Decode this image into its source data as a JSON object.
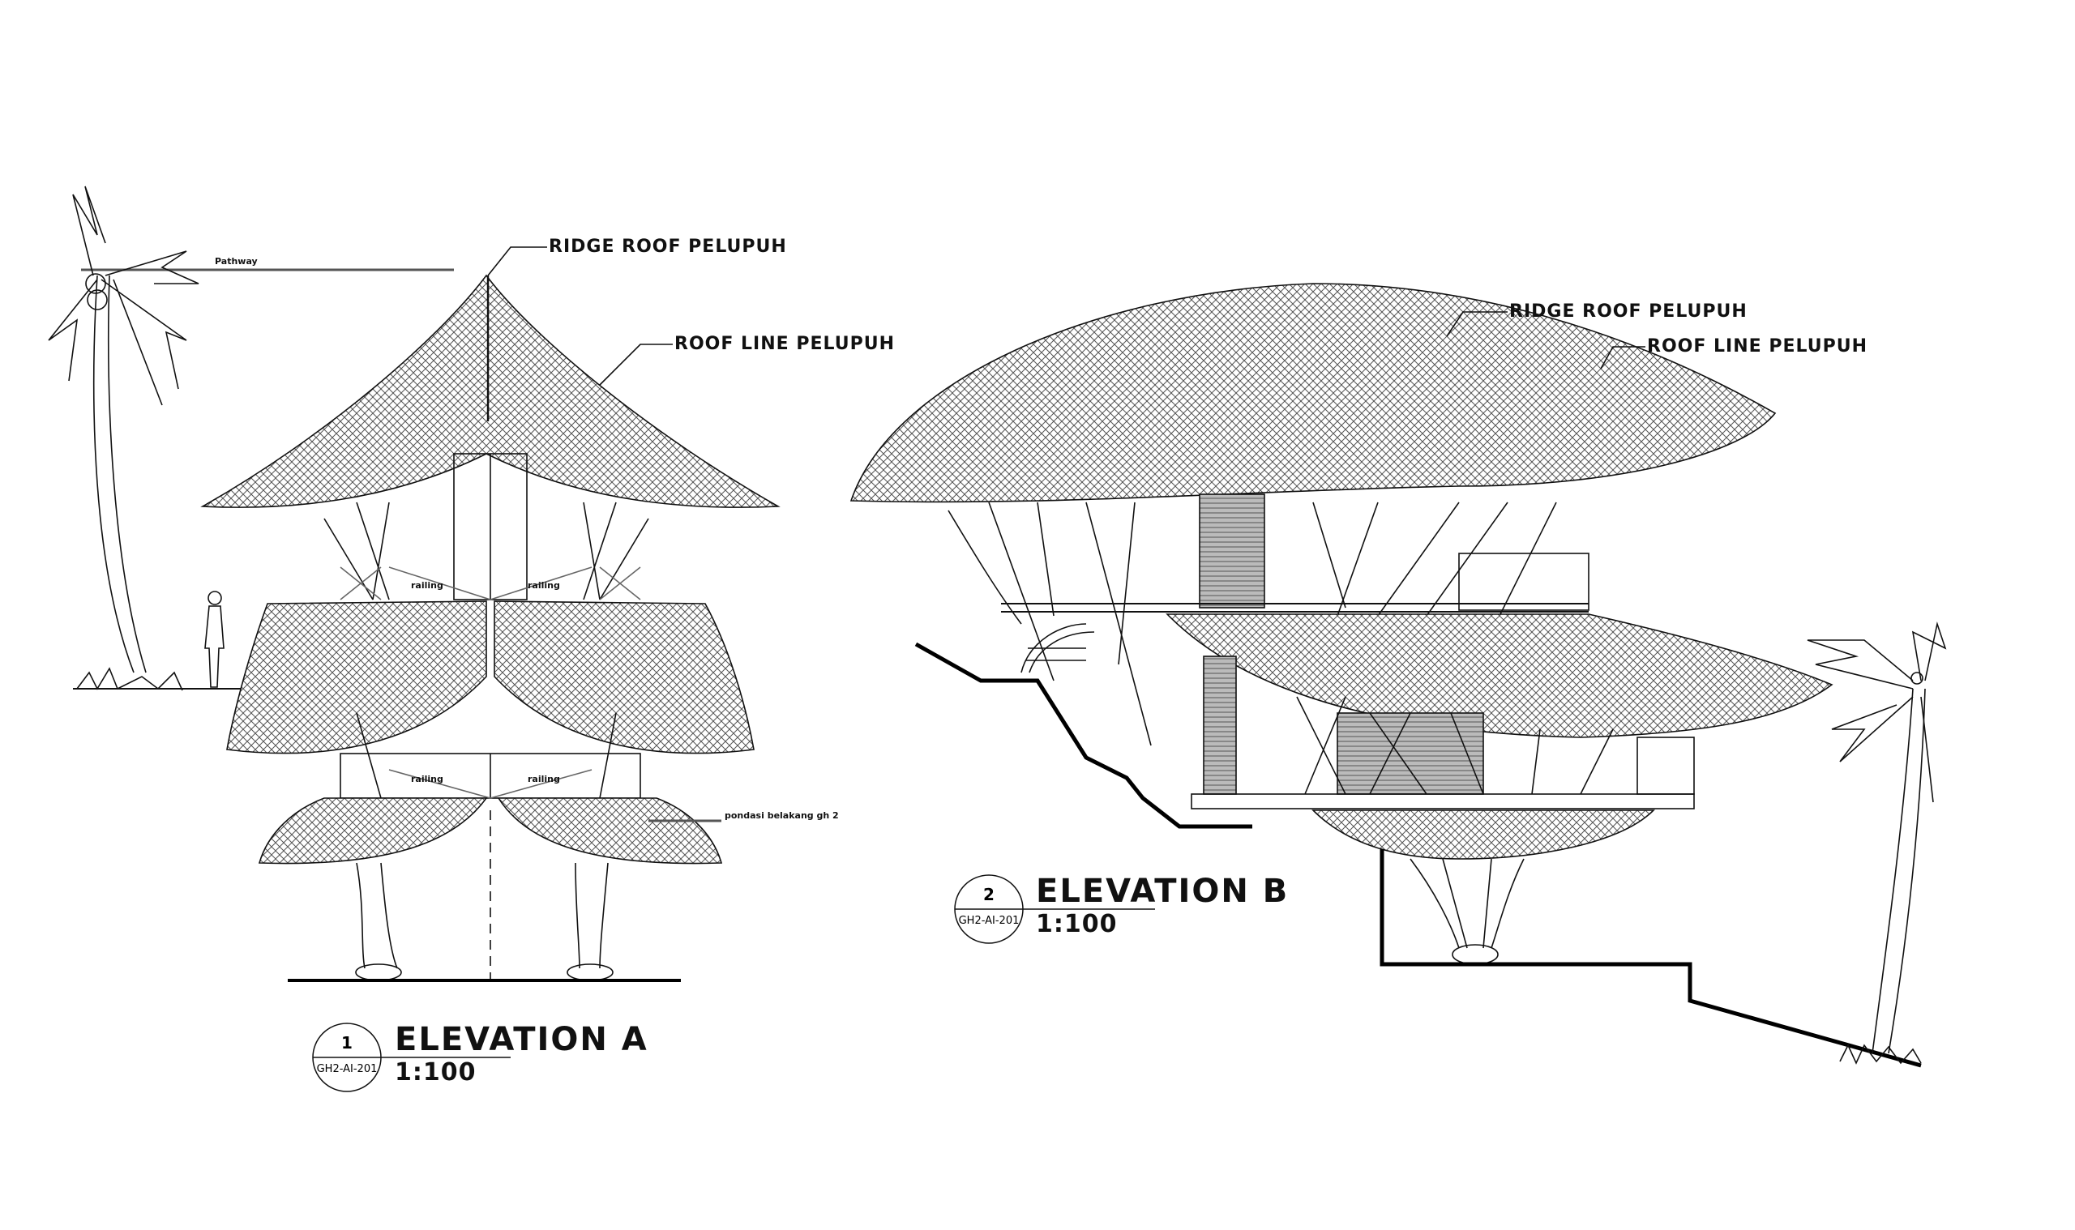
{
  "drawing": {
    "colors": {
      "line": "#111111",
      "hatch": "#444444",
      "paper": "#ffffff",
      "ground": "#000000"
    },
    "elevation_a": {
      "number": "1",
      "sheet_ref": "GH2-AI-201",
      "title": "ELEVATION A",
      "scale": "1:100",
      "labels": {
        "ridge": "RIDGE ROOF PELUPUH",
        "roof_line": "ROOF LINE PELUPUH",
        "pathway": "Pathway",
        "railing_upper_left": "railing",
        "railing_upper_right": "railing",
        "railing_lower_left": "railing",
        "railing_lower_right": "railing",
        "foundation": "pondasi belakang gh 2"
      }
    },
    "elevation_b": {
      "number": "2",
      "sheet_ref": "GH2-AI-201",
      "title": "ELEVATION B",
      "scale": "1:100",
      "labels": {
        "ridge": "RIDGE ROOF PELUPUH",
        "roof_line": "ROOF LINE PELUPUH"
      }
    },
    "icons": [
      "palm-tree-icon",
      "human-figure-icon",
      "shrub-icon",
      "boulder-icon"
    ]
  }
}
